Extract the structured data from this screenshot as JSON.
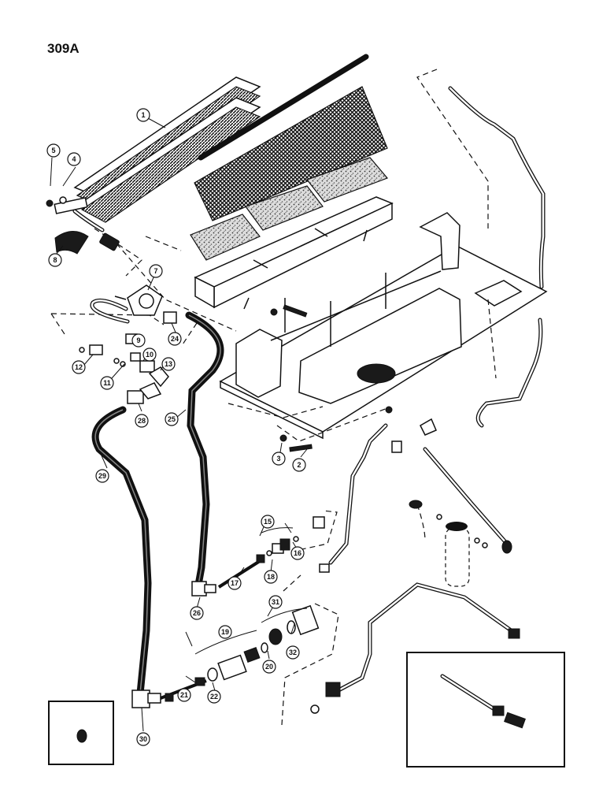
{
  "page": {
    "title": "309A"
  },
  "callouts": [
    "1",
    "2",
    "3",
    "4",
    "5",
    "7",
    "8",
    "9",
    "10",
    "11",
    "12",
    "13",
    "15",
    "16",
    "17",
    "18",
    "19",
    "20",
    "21",
    "22",
    "24",
    "25",
    "26",
    "28",
    "29",
    "30",
    "31",
    "32"
  ]
}
